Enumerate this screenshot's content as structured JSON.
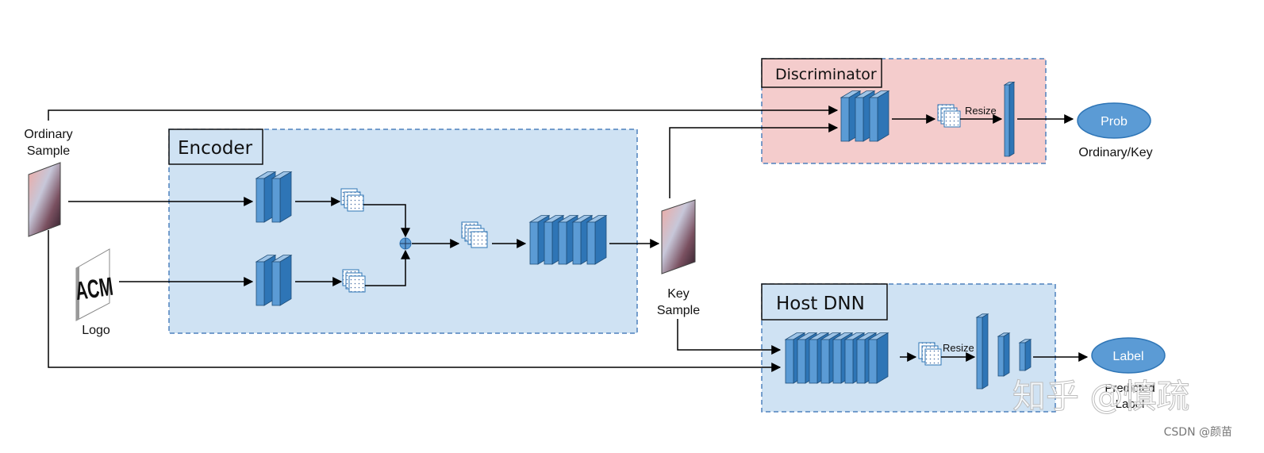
{
  "encoder": {
    "title": "Encoder"
  },
  "discriminator": {
    "title": "Discriminator",
    "resize_label": "Resize",
    "output_label": "Prob",
    "output_caption": "Ordinary/Key"
  },
  "host_dnn": {
    "title": "Host DNN",
    "resize_label": "Resize",
    "output_label": "Label",
    "output_caption_line1": "Predicted",
    "output_caption_line2": "Label"
  },
  "inputs": {
    "ordinary_line1": "Ordinary",
    "ordinary_line2": "Sample",
    "logo_caption": "Logo",
    "logo_text": "ACM"
  },
  "key_sample": {
    "line1": "Key",
    "line2": "Sample"
  },
  "watermark": {
    "main": "知乎 @慎疏",
    "csdn": "CSDN @颜苗"
  },
  "colors": {
    "block_front": "#5b9bd5",
    "block_side": "#2e75b6",
    "block_top": "#9dc3e6",
    "encoder_bg": "#cfe2f3",
    "host_bg": "#cfe2f3",
    "discriminator_bg": "#f4cccc",
    "ellipse": "#5b9bd5"
  }
}
